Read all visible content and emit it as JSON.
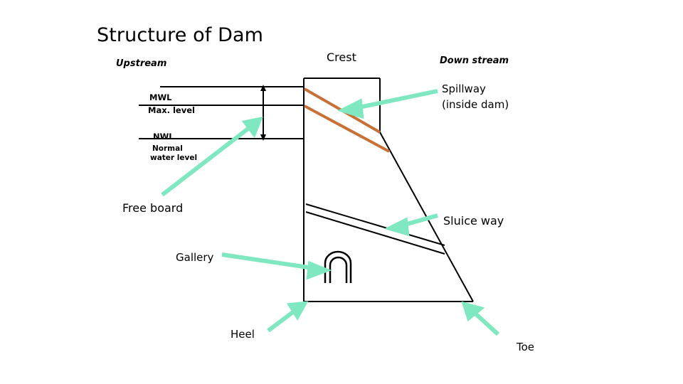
{
  "slide": {
    "title": "Structure of Dam",
    "background_color": "#ffffff"
  },
  "colors": {
    "outline": "#000000",
    "spillway": "#C87137",
    "arrow": "#7FE8C0",
    "text": "#000000"
  },
  "labels": {
    "upstream": "Upstream",
    "crest": "Crest",
    "downstream": "Down stream",
    "spillway_line1": "Spillway",
    "spillway_line2": "(inside dam)",
    "mwl_abbrev": "MWL",
    "mwl_full": "Max. level",
    "nwl_abbrev": "NWL",
    "nwl_full_line1": "Normal",
    "nwl_full_line2": "water level",
    "free_board": "Free board",
    "gallery": "Gallery",
    "sluice_way": "Sluice way",
    "heel": "Heel",
    "toe": "Toe"
  },
  "icons": {
    "dam_body": "dam-outline-shape",
    "spillway_conduit": "spillway-conduit-lines",
    "sluice_conduit": "sluice-way-lines",
    "gallery_arch": "gallery-arch-shape",
    "freeboard_dimension": "double-headed-vertical-arrow",
    "pointer": "arrow-pointer-icon"
  }
}
